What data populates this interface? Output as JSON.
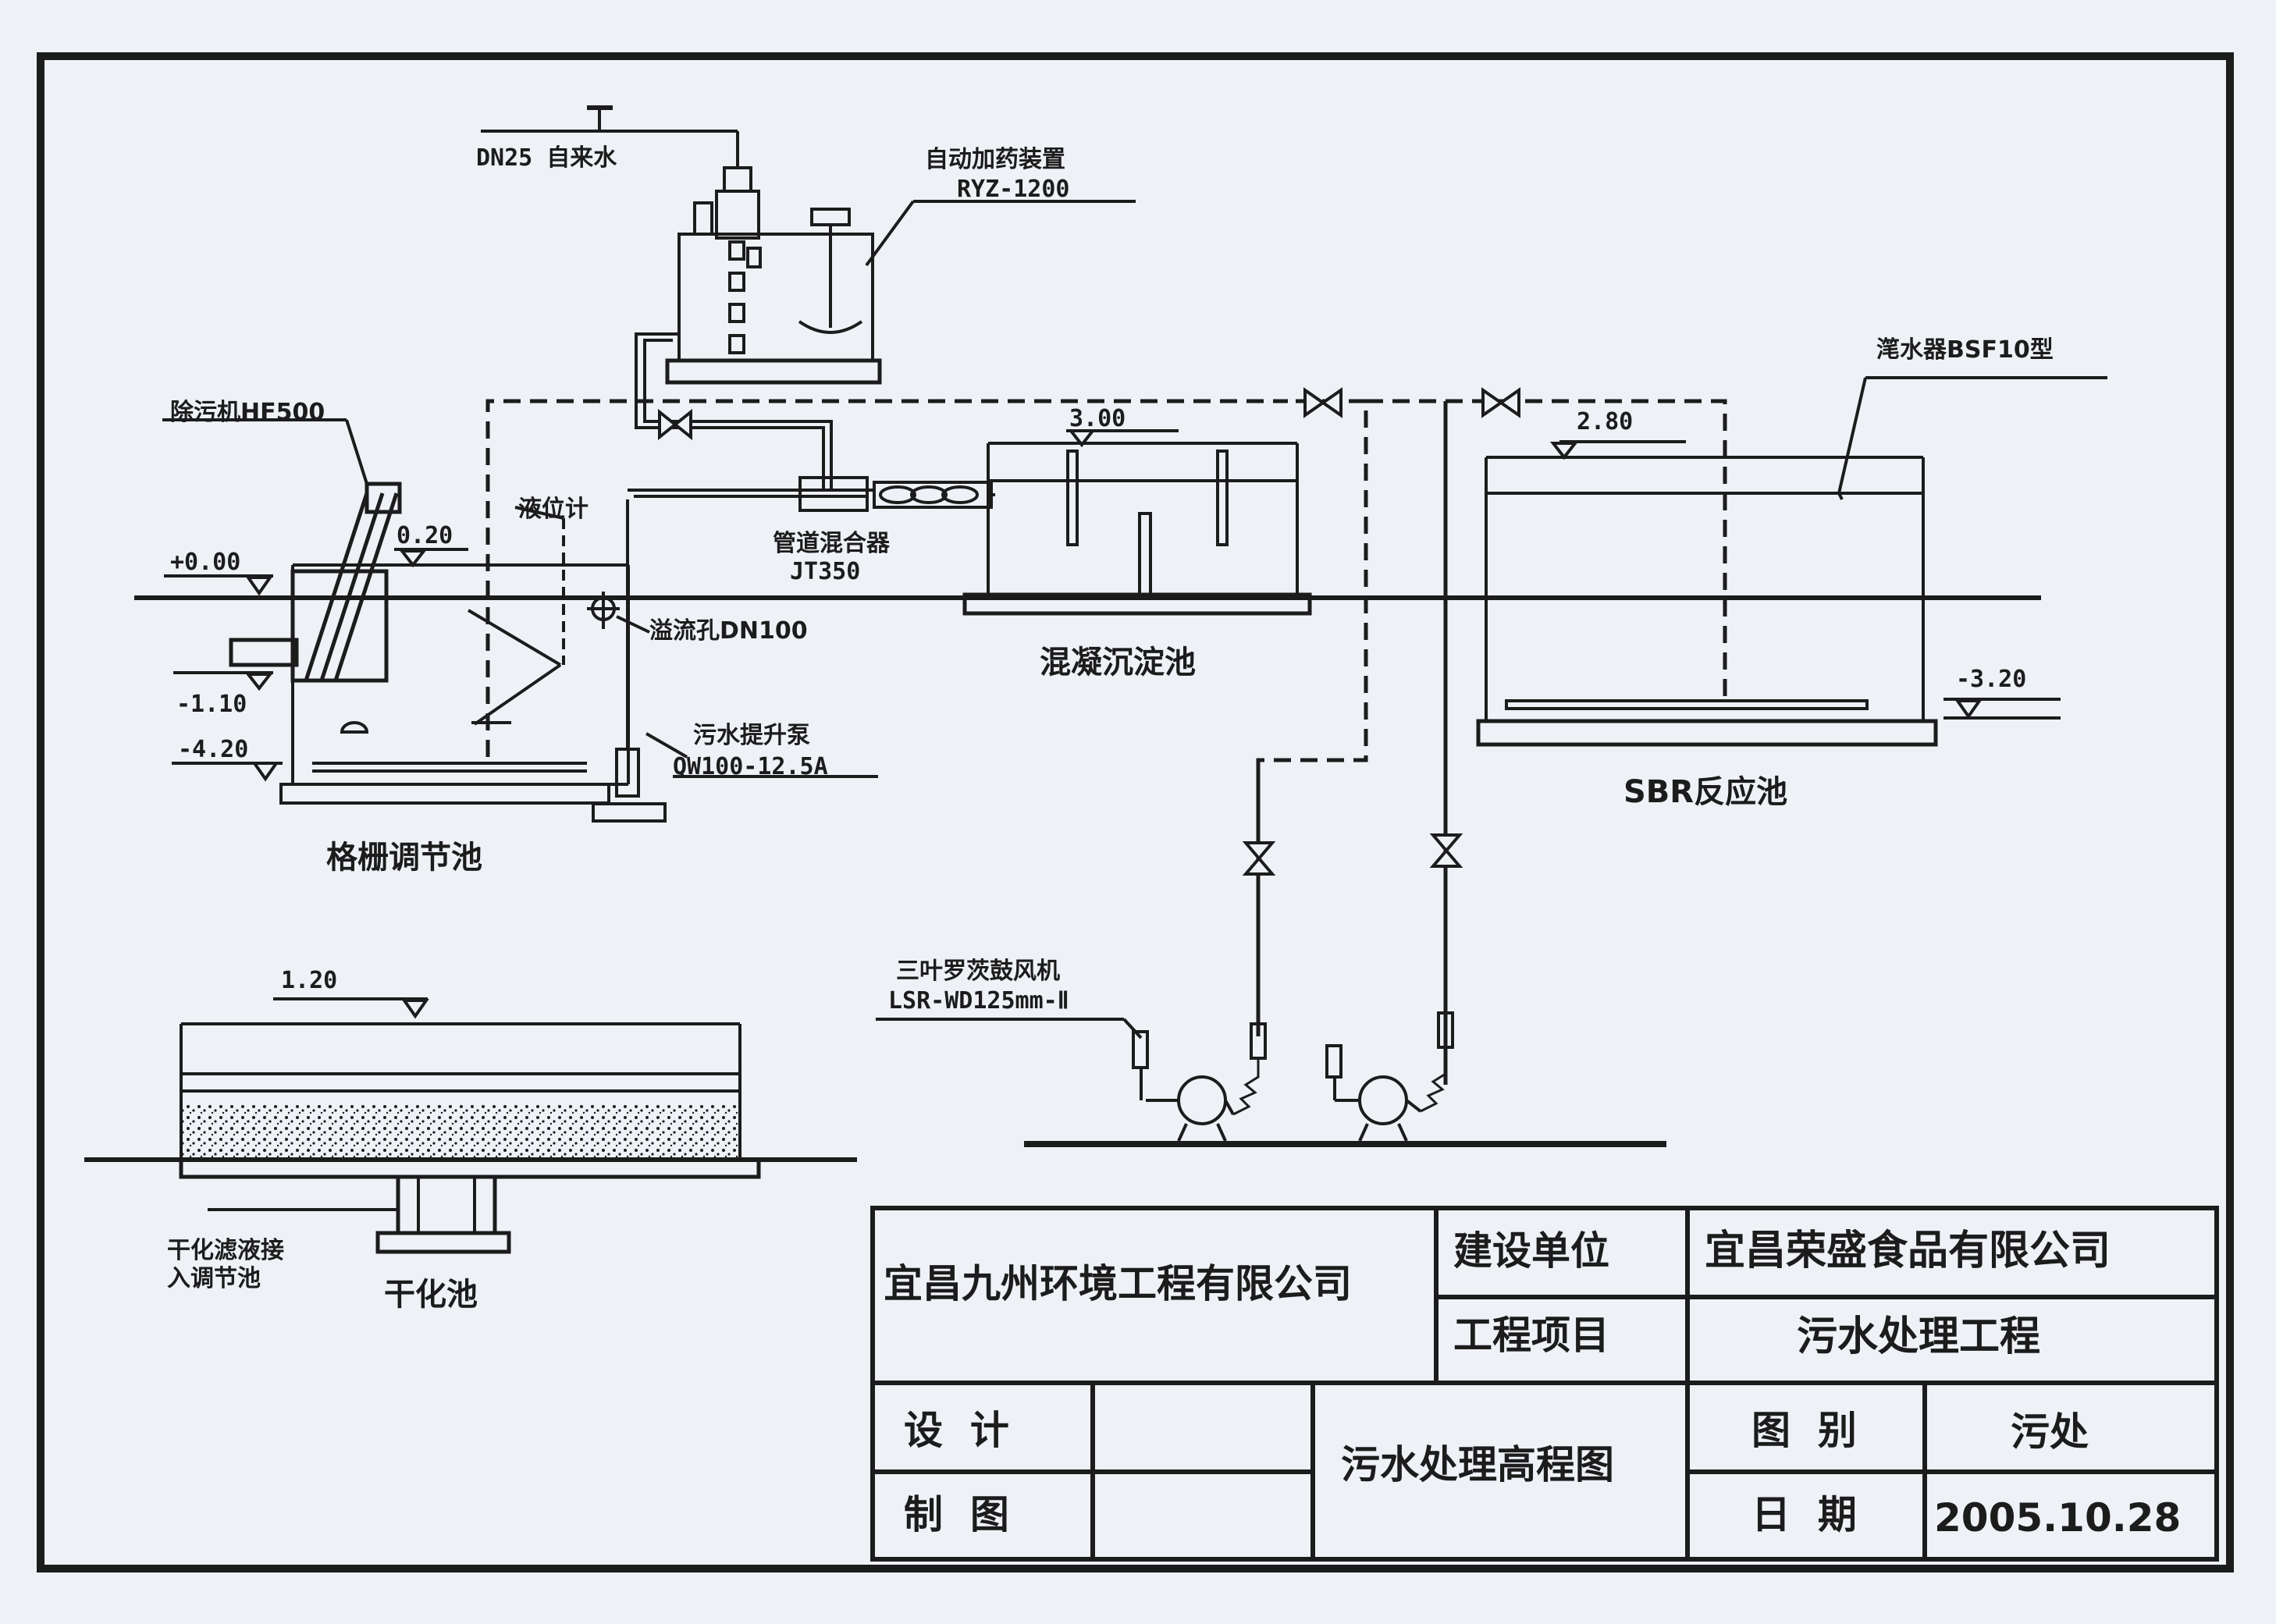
{
  "labels": {
    "water_supply": "DN25 自来水",
    "dosing_device": "自动加药装置",
    "dosing_model": "RYZ-1200",
    "decanter": "滗水器BSF10型",
    "grit_machine": "除污机HF500",
    "level_meter": "液位计",
    "pipe_mixer": "管道混合器",
    "pipe_mixer_model": "JT350",
    "overflow_hole": "溢流孔DN100",
    "lift_pump": "污水提升泵",
    "lift_pump_model": "QW100-12.5A",
    "blower": "三叶罗茨鼓风机",
    "blower_model": "LSR-WD125mm-Ⅱ",
    "filtrate_note_1": "干化滤液接",
    "filtrate_note_2": "入调节池"
  },
  "elevations": {
    "e000": "+0.00",
    "e020": "0.20",
    "e110": "-1.10",
    "e420": "-4.20",
    "e300": "3.00",
    "e280": "2.80",
    "e320": "-3.20",
    "e120": "1.20"
  },
  "tanks": {
    "grid_tank": "格栅调节池",
    "coag_tank": "混凝沉淀池",
    "sbr_tank": "SBR反应池",
    "drying_tank": "干化池"
  },
  "title_block": {
    "company": "宜昌九州环境工程有限公司",
    "builder_label": "建设单位",
    "builder_value": "宜昌荣盛食品有限公司",
    "project_label": "工程项目",
    "project_value": "污水处理工程",
    "design_label": "设  计",
    "draw_label": "制  图",
    "drawing_title": "污水处理高程图",
    "category_label": "图  别",
    "category_value": "污处",
    "date_label": "日  期",
    "date_value": "2005.10.28"
  },
  "colors": {
    "ink": "#1c1c1c",
    "paper": "#eef1f6"
  }
}
